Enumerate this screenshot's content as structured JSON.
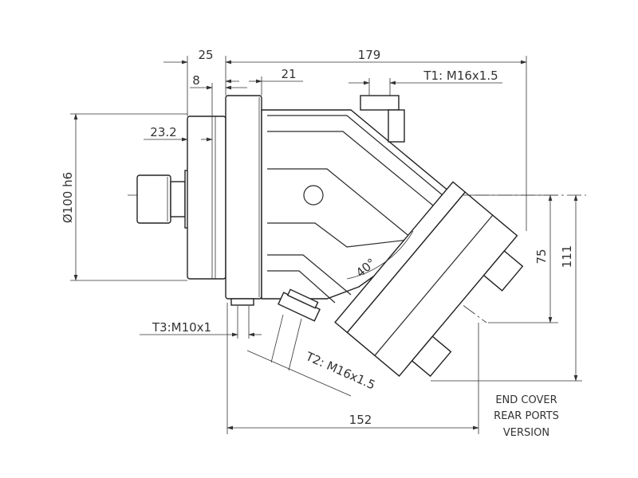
{
  "drawing": {
    "dimensions": {
      "overall_length": "179",
      "flange_offset": "25",
      "pilot_depth": "8",
      "flange_thickness": "21",
      "shaft_face": "23.2",
      "pilot_diameter": "Ø100 h6",
      "angle": "40°",
      "height_75": "75",
      "height_111": "111",
      "length_152": "152"
    },
    "ports": {
      "t1": "T1: M16x1.5",
      "t2": "T2: M16x1.5",
      "t3": "T3:M10x1"
    },
    "note_lines": [
      "END COVER",
      "REAR PORTS",
      "VERSION"
    ]
  }
}
